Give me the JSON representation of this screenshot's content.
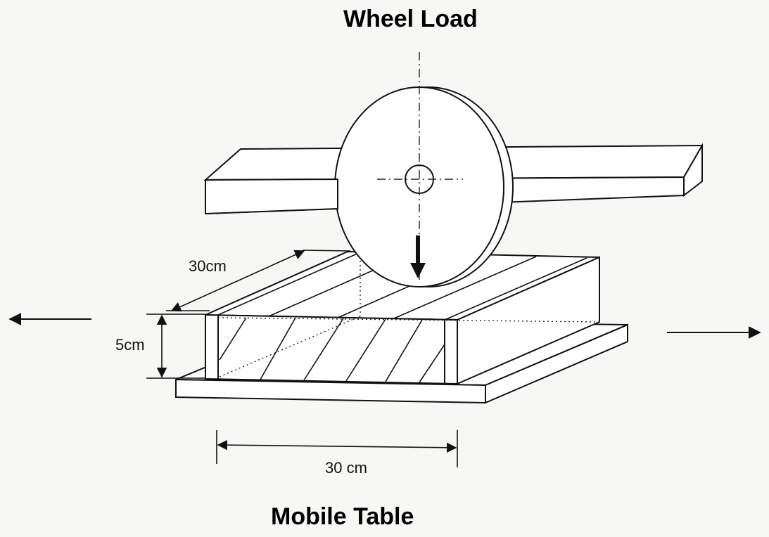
{
  "labels": {
    "top_title": "Wheel Load",
    "bottom_title": "Mobile Table"
  },
  "dimensions": {
    "depth_label": "30cm",
    "height_label": "5cm",
    "width_label": "30 cm"
  }
}
